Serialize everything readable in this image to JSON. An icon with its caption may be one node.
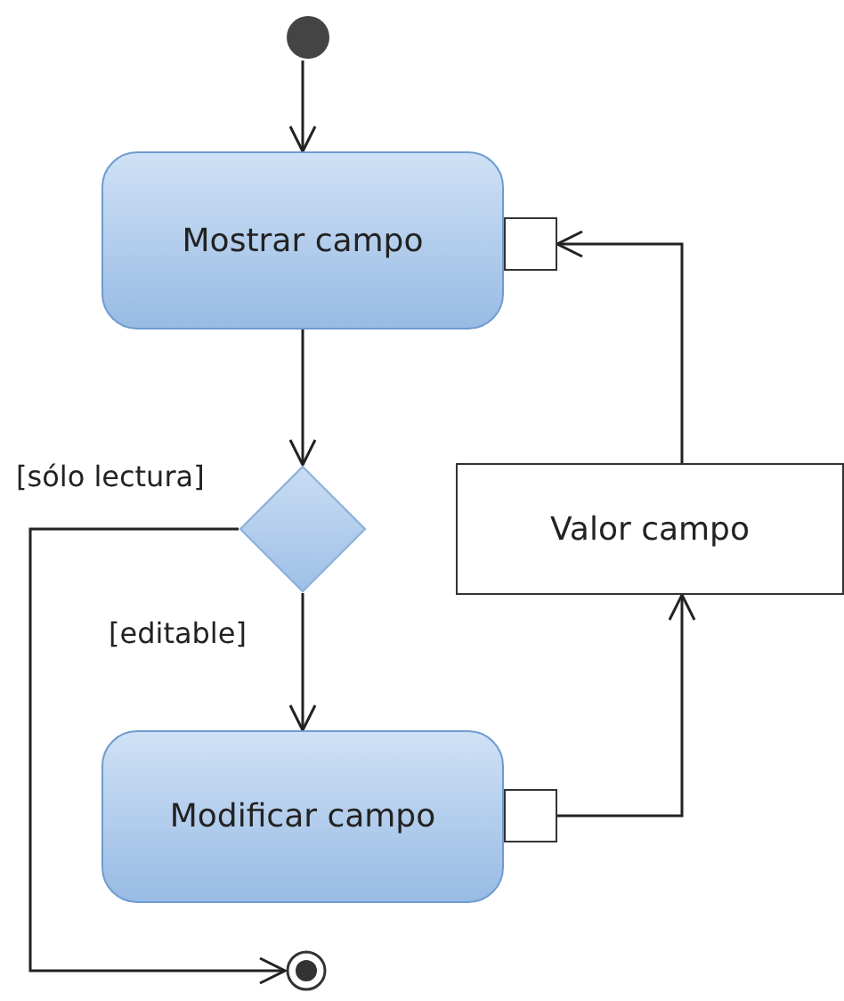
{
  "diagram": {
    "nodes": [
      {
        "text": [],
        "shape": "circle"
      },
      {
        "text": [
          "Mostrar campo"
        ]
      },
      {
        "text": [],
        "shape": "box"
      },
      {
        "text": [],
        "shape": "diamond"
      },
      {
        "text": [
          "Valor campo"
        ]
      },
      {
        "text": [
          "Modificar campo"
        ]
      },
      {
        "text": [],
        "shape": "box"
      },
      {
        "text": [],
        "shape": "circle"
      }
    ],
    "edges": [
      {
        "from": 0,
        "to": 1,
        "arrow": "to"
      },
      {
        "from": 1,
        "to": 3,
        "arrow": "to"
      },
      {
        "from": 3,
        "to": 5,
        "arrow": "to",
        "label": "[editable]"
      },
      {
        "from": 3,
        "to": 7,
        "arrow": "to",
        "label": "[sólo lectura]"
      },
      {
        "from": 6,
        "to": 4,
        "arrow": "to"
      },
      {
        "from": 4,
        "to": 2,
        "arrow": "to"
      }
    ]
  }
}
